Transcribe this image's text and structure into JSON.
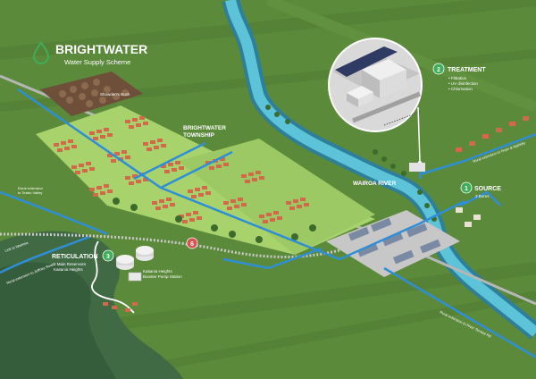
{
  "title": {
    "main": "BRIGHTWATER",
    "subtitle": "Water Supply Scheme"
  },
  "colors": {
    "brand_green": "#3fae5a",
    "water_blue": "#2f8fd6",
    "river": "#39a9c9",
    "grass_dark": "#4f7a31",
    "grass_light": "#6b9a43",
    "township": "#a9d36d",
    "roof": "#d2694a",
    "marker_red": "#d9534f"
  },
  "icons": {
    "logo": "water-drop-icon",
    "step": "numbered-circle-icon"
  },
  "labels": {
    "showdens_bush": "Showden's Bush",
    "township": [
      "BRIGHTWATER",
      "TOWNSHIP"
    ],
    "river": "WAIROA RIVER",
    "kaitania_station": [
      "Kaitania Heights",
      "Booster Pump Station"
    ]
  },
  "steps": {
    "treatment": {
      "number": "2",
      "title": "TREATMENT",
      "items": [
        "• Filtration",
        "• UV disinfection",
        "• Chlorination"
      ]
    },
    "source": {
      "number": "1",
      "title": "SOURCE",
      "sub": "3 Bores"
    },
    "reticulation": {
      "number": "3",
      "title": "RETICULATION",
      "sub": [
        "2 Main Reservoirs",
        "Kaitania Heights"
      ]
    },
    "marker": {
      "number": "6"
    }
  },
  "roads": {
    "teatro_valley": [
      "Rural extension",
      "to Teatro Valley"
    ],
    "left_sideroad": "Link to Waimea",
    "jeffries": "Rural extension to Jeffries Road",
    "river_terrace": "Rural extension to River Terrace Rd",
    "hope_ext": "Rural extension to Hope & Appleby"
  }
}
